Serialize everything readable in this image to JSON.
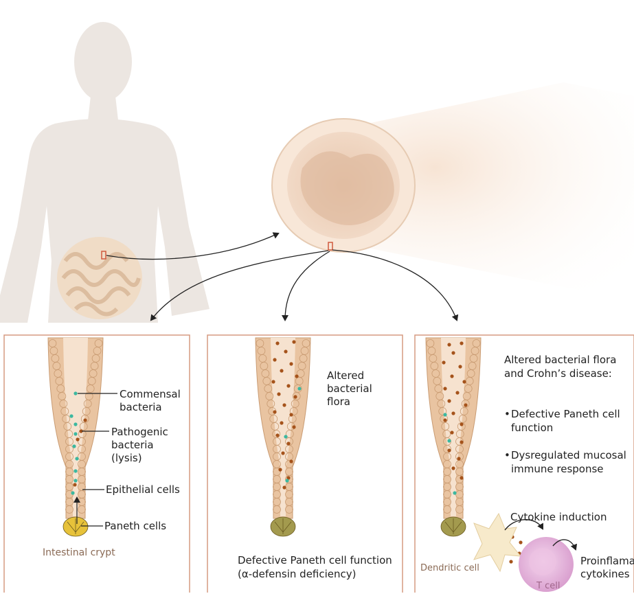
{
  "panel1": {
    "labels": {
      "commensal": "Commensal\nbacteria",
      "pathogenic": "Pathogenic\nbacteria\n(lysis)",
      "epithelial": "Epithelial cells",
      "paneth": "Paneth cells"
    },
    "caption": "Intestinal crypt"
  },
  "panel2": {
    "label": "Altered\nbacterial\nflora",
    "caption_line1": "Defective Paneth cell function",
    "caption_line2": "(α-defensin deficiency)"
  },
  "panel3": {
    "heading": "Altered bacterial flora\nand Crohn’s disease:",
    "bullets": [
      "Defective Paneth cell\nfunction",
      "Dysregulated mucosal\nimmune response"
    ],
    "cytokine_induction": "Cytokine induction",
    "dendritic_cell": "Dendritic cell",
    "t_cell": "T cell",
    "proinflamatory": "Proinflamatory\ncytokines"
  },
  "colors": {
    "panel_border": "#d69a80",
    "tissue": "#e9c4a1",
    "tissue_dark": "#c99b72",
    "commensal_dot": "#3cb8a0",
    "pathogen_dot": "#a5531b",
    "paneth_yellow": "#e7c23a",
    "paneth_olive": "#a39a4e",
    "silhouette": "#ece6e1",
    "t_cell": "#dca6d4"
  }
}
